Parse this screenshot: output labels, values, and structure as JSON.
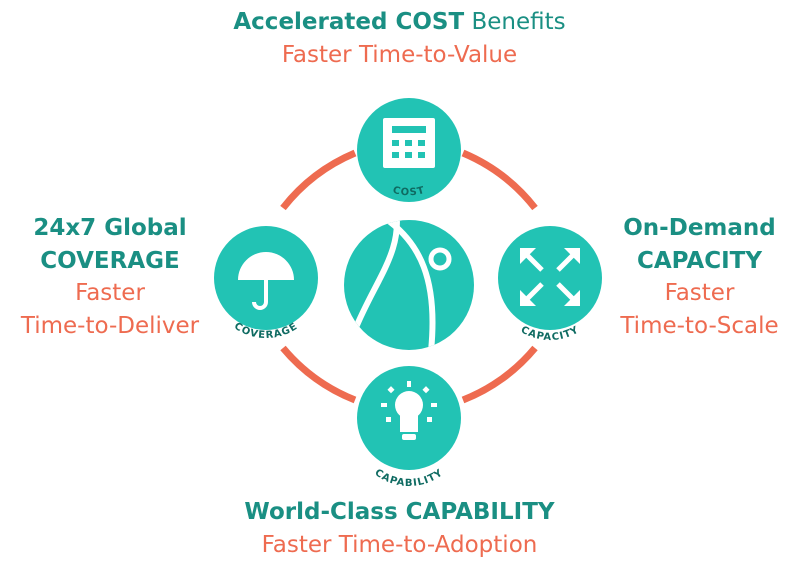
{
  "top": {
    "strong": "Accelerated COST",
    "rest": "Benefits",
    "sub": "Faster Time-to-Value"
  },
  "bottom": {
    "strong": "World-Class CAPABILITY",
    "sub": "Faster Time-to-Adoption"
  },
  "left": {
    "line1": "24x7 Global",
    "line2": "COVERAGE",
    "sub1": "Faster",
    "sub2": "Time-to-Deliver"
  },
  "right": {
    "line1": "On-Demand",
    "line2": "CAPACITY",
    "sub1": "Faster",
    "sub2": "Time-to-Scale"
  },
  "icons": {
    "cost": {
      "label": "COST",
      "icon": "calculator-icon"
    },
    "coverage": {
      "label": "COVERAGE",
      "icon": "umbrella-icon"
    },
    "capacity": {
      "label": "CAPACITY",
      "icon": "expand-arrows-icon"
    },
    "capability": {
      "label": "CAPABILITY",
      "icon": "lightbulb-icon"
    },
    "center": {
      "icon": "globe-logo-icon"
    }
  },
  "colors": {
    "teal_circle": "#22c3b4",
    "teal_text": "#1a8f83",
    "coral": "#ee6b50",
    "icon_label": "#0f6b62"
  }
}
